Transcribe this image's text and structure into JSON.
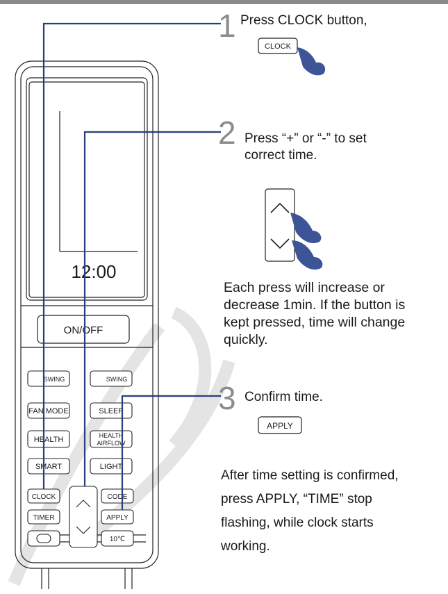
{
  "steps": [
    {
      "number": "1",
      "text": "Press CLOCK button,"
    },
    {
      "number": "2",
      "line1": "Press “+” or “-” to set",
      "line2": "correct time.",
      "note": [
        "Each press will increase or",
        "decrease 1min. If the button is",
        "kept pressed, time will change",
        "quickly."
      ]
    },
    {
      "number": "3",
      "text": "Confirm time.",
      "note": [
        "After time setting is confirmed,",
        "press APPLY, “TIME”  stop",
        "flashing, while clock  starts",
        "working."
      ]
    }
  ],
  "callouts": {
    "clock": "CLOCK",
    "apply": "APPLY"
  },
  "remote": {
    "display_time": "12:00",
    "buttons": {
      "on_off": "ON/OFF",
      "swing_v": "SWING",
      "swing_h": "SWING",
      "fan_mode": "FAN MODE",
      "sleep": "SLEEP",
      "health": "HEALTH",
      "health_airflow_1": "HEALTH",
      "health_airflow_2": "AIRFLOW",
      "smart": "SMART",
      "light": "LIGHT",
      "clock": "CLOCK",
      "code": "CODE",
      "timer": "TIMER",
      "apply": "APPLY",
      "ten_c": "10℃"
    }
  },
  "colors": {
    "hand": "#3d5496",
    "line": "#2a3d80",
    "step_number": "#8c8c8c"
  }
}
